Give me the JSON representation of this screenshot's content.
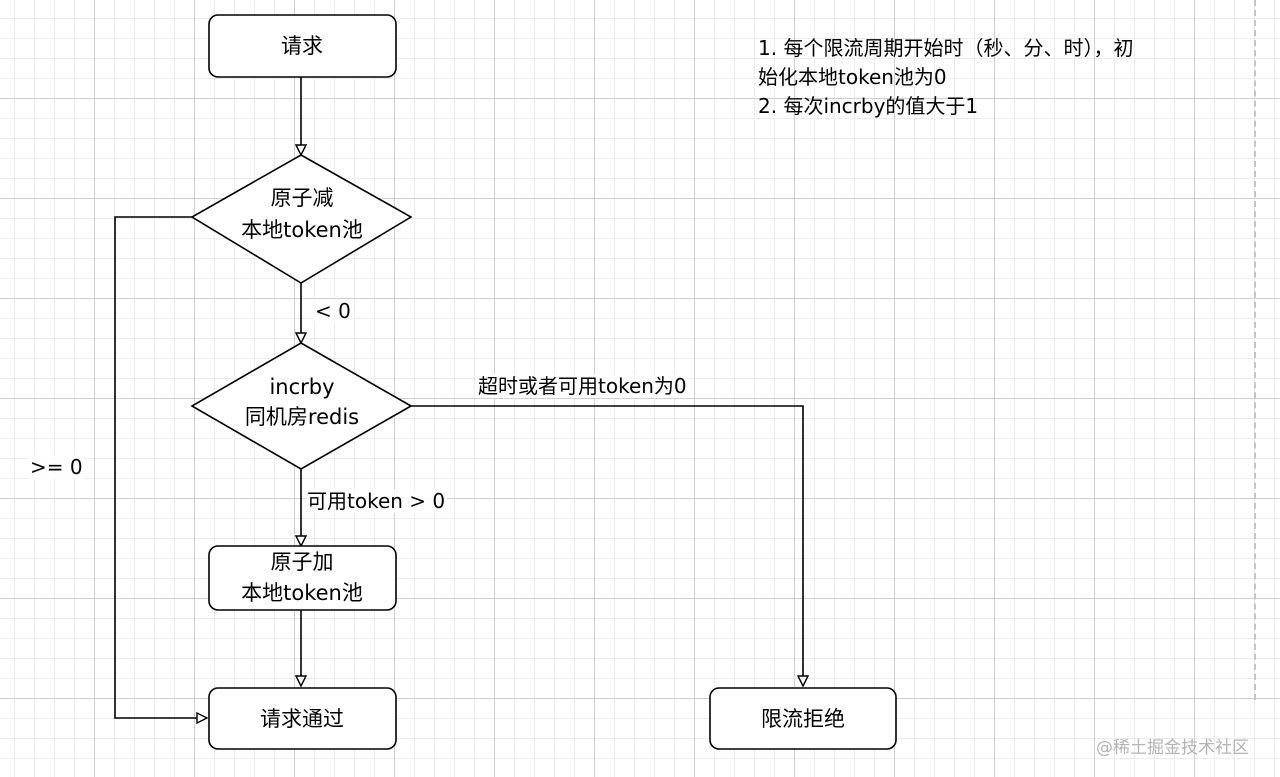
{
  "nodes": {
    "request": {
      "label": "请求"
    },
    "atomic_decrement": {
      "line1": "原子减",
      "line2": "本地token池"
    },
    "incrby_redis": {
      "line1": "incrby",
      "line2": "同机房redis"
    },
    "atomic_increment": {
      "line1": "原子加",
      "line2": "本地token池"
    },
    "request_pass": {
      "label": "请求通过"
    },
    "rate_limit_reject": {
      "label": "限流拒绝"
    }
  },
  "edges": {
    "less_than_zero": "< 0",
    "greater_equal_zero": ">= 0",
    "available_token_positive": "可用token > 0",
    "timeout_or_zero": "超时或者可用token为0"
  },
  "notes": {
    "line1": "1. 每个限流周期开始时（秒、分、时），初",
    "line2": "始化本地token池为0",
    "line3": "2. 每次incrby的值大于1"
  },
  "watermark": "@稀土掘金技术社区",
  "colors": {
    "stroke": "#000000",
    "node_fill": "#ffffff",
    "grid": "#d0d0d0",
    "watermark": "#b4b4b4"
  }
}
